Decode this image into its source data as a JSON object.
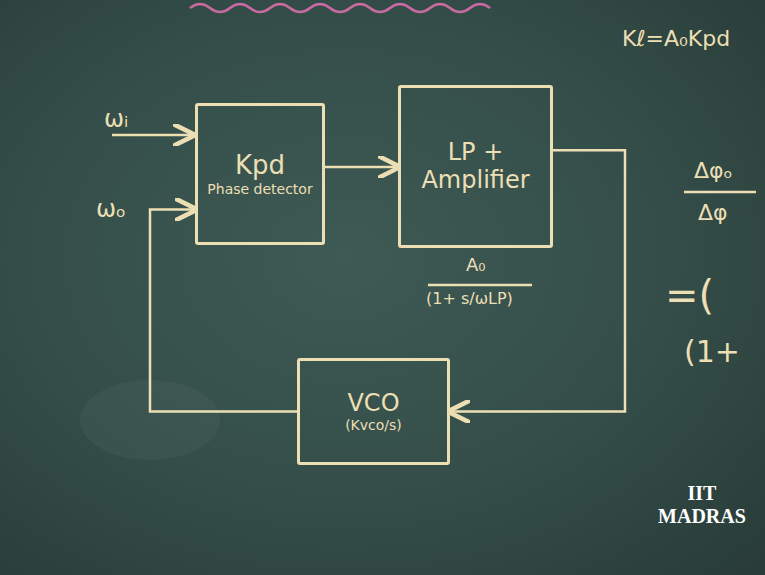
{
  "diagram": {
    "nodes": [
      {
        "text": [
          "Kpd",
          "Phase detector"
        ]
      },
      {
        "text": [
          "LP + Amplifier"
        ]
      },
      {
        "text": [
          "VCO",
          "(Kvco/s)"
        ]
      }
    ],
    "edges": [
      {
        "from": 0,
        "to": 1,
        "arrow": "to"
      },
      {
        "from": 1,
        "to": 2,
        "arrow": "to"
      },
      {
        "from": 2,
        "to": 0,
        "arrow": "to"
      }
    ],
    "labels": [
      "ωᵢ",
      "ωₒ",
      "A₀",
      "(1+ s/ωLP)",
      "Kℓ=A₀Kpd",
      "Δφₒ",
      "Δφ",
      "=(",
      "(1+",
      "IIT MADRAS"
    ]
  }
}
